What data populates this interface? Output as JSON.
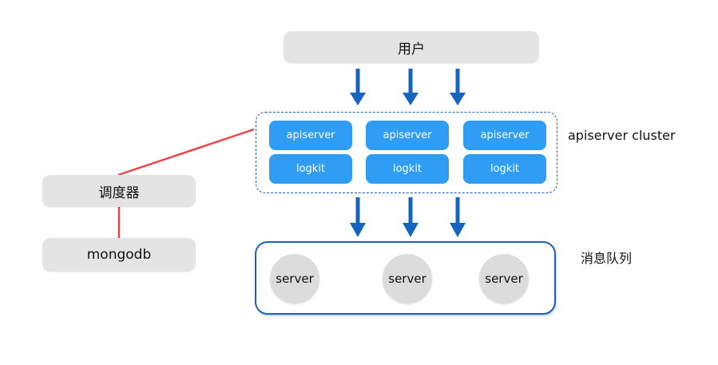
{
  "diagram": {
    "user_label": "用户",
    "cluster": {
      "label": "apiserver cluster",
      "nodes": [
        {
          "top": "apiserver",
          "bottom": "logkit"
        },
        {
          "top": "apiserver",
          "bottom": "logkit"
        },
        {
          "top": "apiserver",
          "bottom": "logkit"
        }
      ]
    },
    "queue": {
      "label": "消息队列",
      "servers": [
        "server",
        "server",
        "server"
      ]
    },
    "scheduler_label": "调度器",
    "db_label": "mongodb",
    "colors": {
      "arrow": "#1565c0",
      "node": "#2f9df4",
      "link": "#e8474a",
      "border": "#1f5fae"
    }
  }
}
